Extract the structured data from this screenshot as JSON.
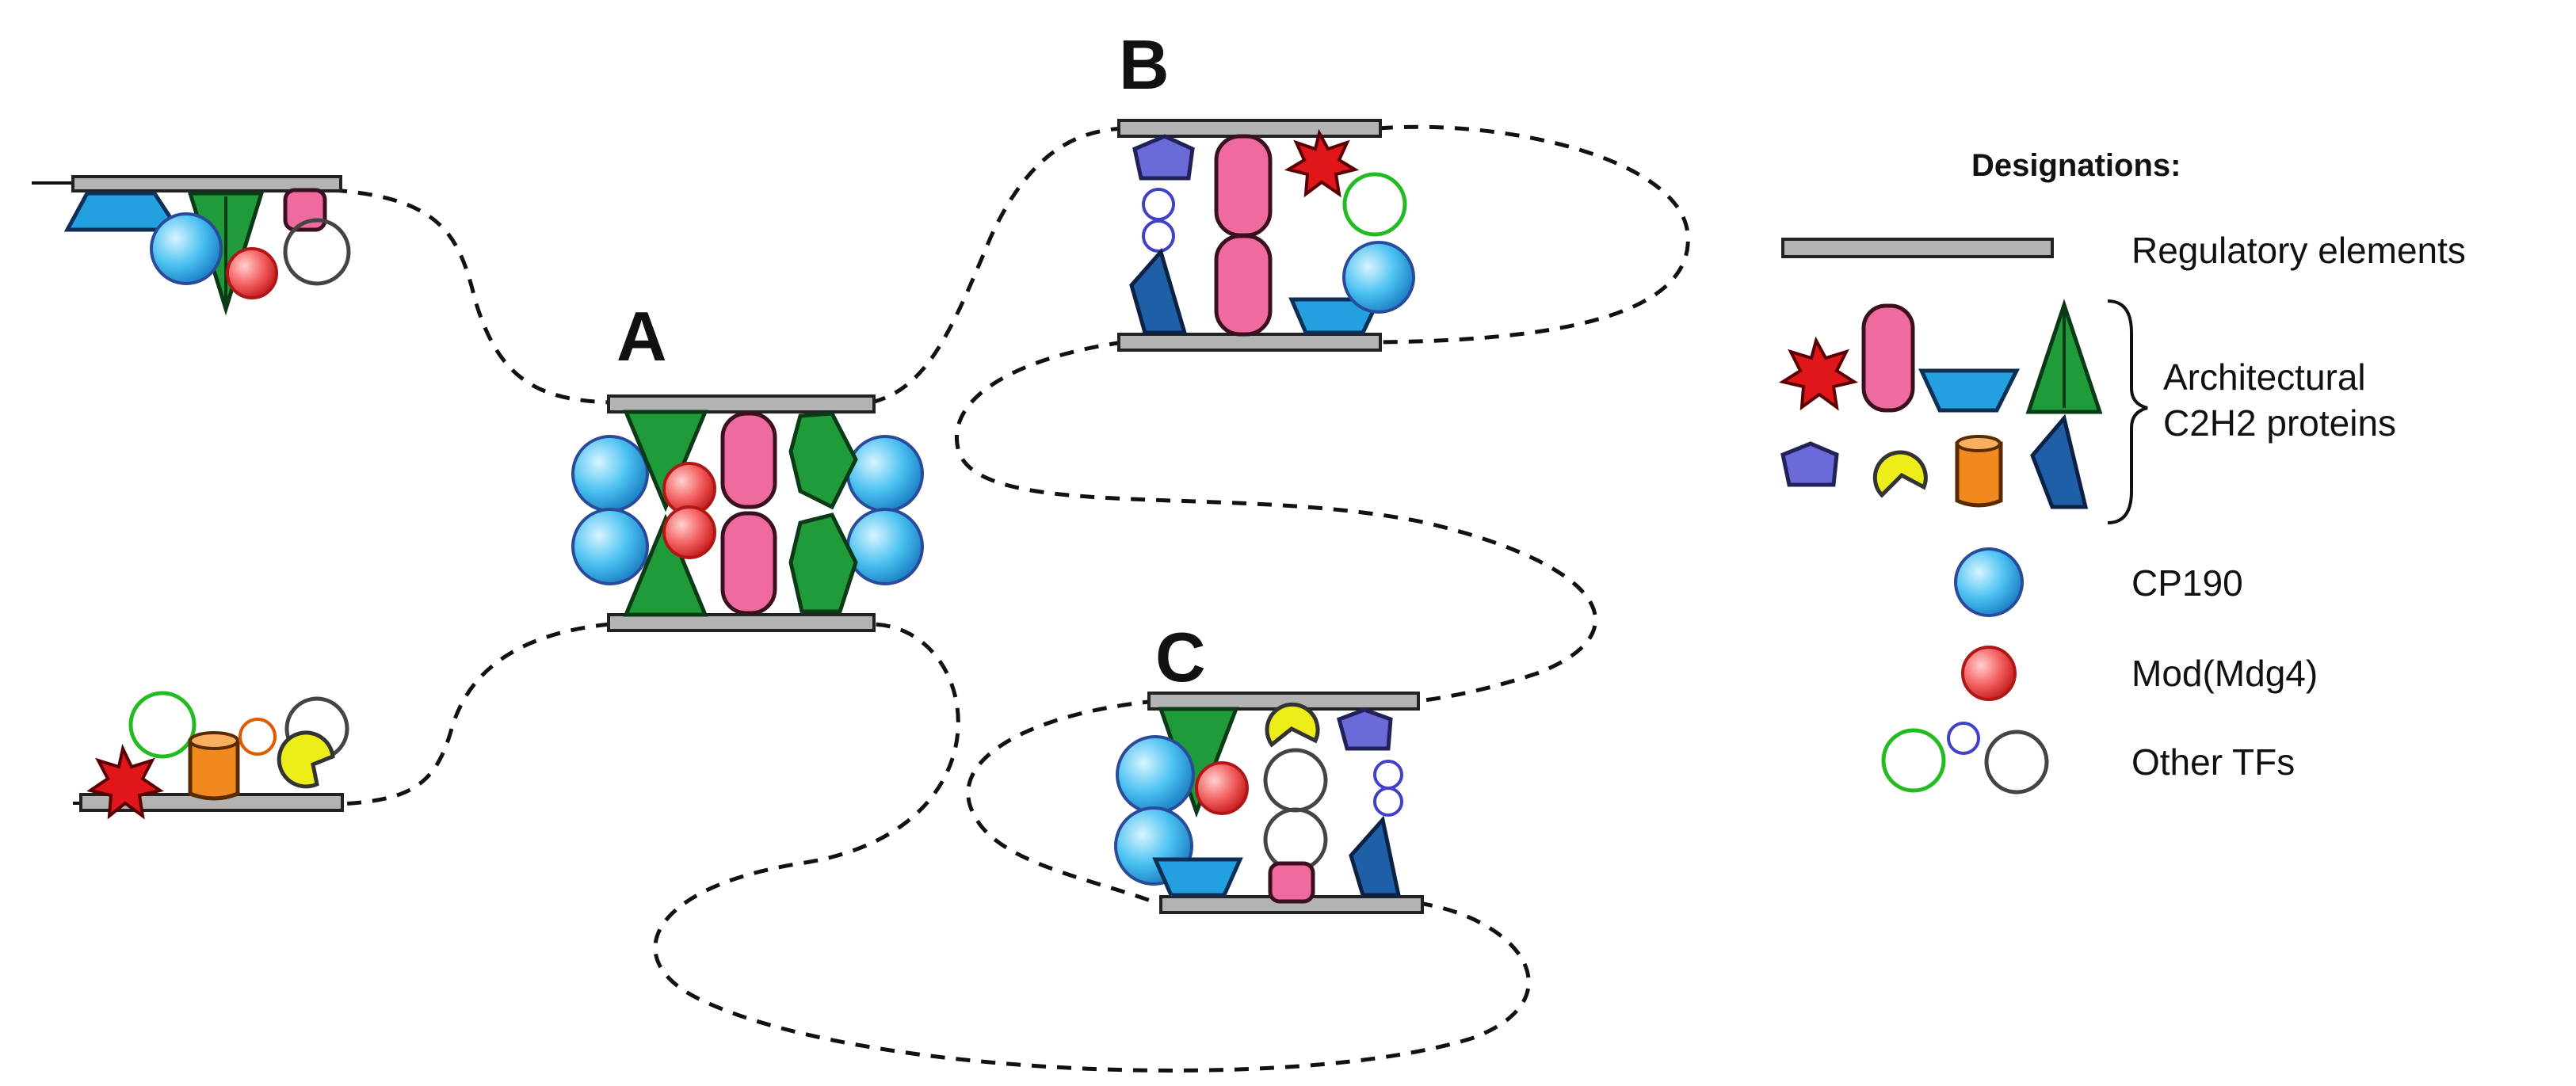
{
  "labels": {
    "a": "A",
    "b": "B",
    "c": "C"
  },
  "legend": {
    "title": "Designations:",
    "regulatory": "Regulatory elements",
    "architectural_line1": "Architectural",
    "architectural_line2": "C2H2 proteins",
    "cp190": "CP190",
    "mod": "Mod(Mdg4)",
    "other": "Other TFs"
  },
  "colors": {
    "regulatory_bar": "#b3b3b3",
    "cp190": "#22a0e0",
    "mod": "#f05050",
    "pink_protein": "#ef6a9e",
    "green_protein": "#1f9b3a",
    "blue_protein": "#22a0e0",
    "navy_protein": "#1f5fa8",
    "purple_protein": "#6a6ad8",
    "star_protein": "#e0161b",
    "yellow_protein": "#eded1a",
    "orange_protein": "#f08a1e",
    "tf_green": "#22bb22",
    "tf_blue": "#4040c8",
    "tf_gray": "#444444"
  }
}
